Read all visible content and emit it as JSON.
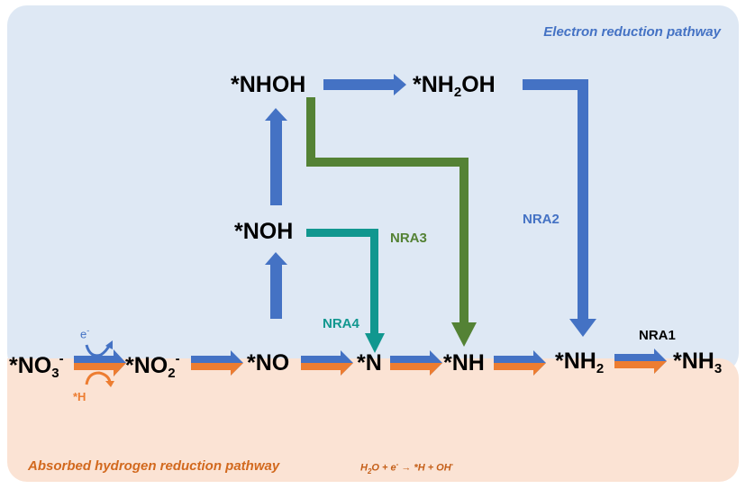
{
  "colors": {
    "electron_blue": "#4472c4",
    "hydrogen_orange": "#ed7d31",
    "nra3_green": "#548235",
    "nra4_teal": "#11978f",
    "blue_panel_bg": "#dee8f4",
    "peach_panel_bg": "#fbe3d4",
    "electron_title": "#4472c4",
    "hydrogen_title": "#d2691e"
  },
  "panels": {
    "electron_title": "Electron reduction pathway",
    "hydrogen_title": "Absorbed hydrogen reduction pathway",
    "equation": {
      "h": "H",
      "h2o_sub": "2",
      "o_plus_e": "O + e",
      "e_sup": "-",
      "arrow_part": " → *H + OH",
      "oh_sup": "-"
    }
  },
  "species": {
    "no3": {
      "base": "*NO",
      "sub": "3",
      "sup": "-"
    },
    "no2": {
      "base": "*NO",
      "sub": "2",
      "sup": "-"
    },
    "no": {
      "base": "*NO"
    },
    "n": {
      "base": "*N"
    },
    "nh": {
      "base": "*NH"
    },
    "nh2": {
      "base": "*NH",
      "sub": "2"
    },
    "nh3": {
      "base": "*NH",
      "sub": "3"
    },
    "noh": {
      "base": "*NOH"
    },
    "nhoh": {
      "base": "*NHOH"
    },
    "nh2oh": {
      "base": "*NH",
      "sub": "2",
      "tail": "OH"
    }
  },
  "labels": {
    "electron": "e",
    "electron_sup": "-",
    "h_adsorbed": "*H",
    "nra1": "NRA1",
    "nra2": "NRA2",
    "nra3": "NRA3",
    "nra4": "NRA4"
  }
}
